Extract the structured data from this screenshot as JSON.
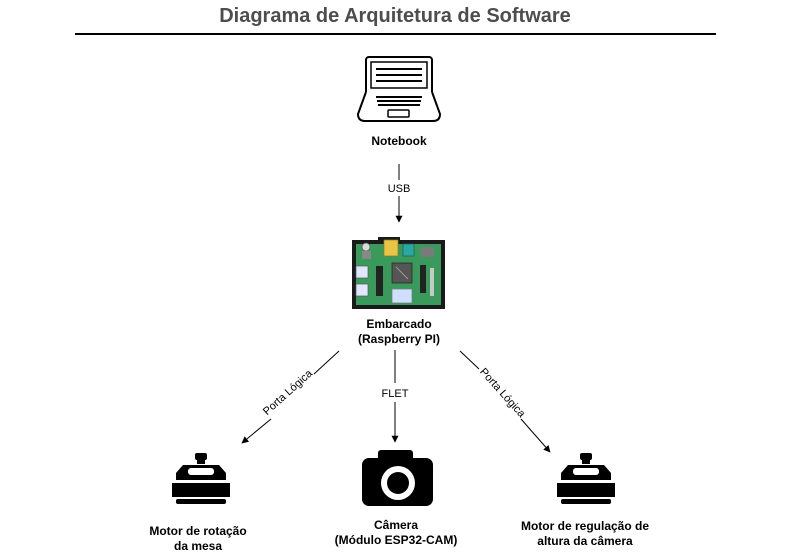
{
  "title": "Diagrama de Arquitetura de Software",
  "colors": {
    "title": "#4d4d4d",
    "line": "#000000",
    "board": "#2e8b57",
    "icon": "#000000"
  },
  "nodes": {
    "notebook": {
      "label": "Notebook",
      "icon": "laptop-icon"
    },
    "embedded": {
      "label_line1": "Embarcado",
      "label_line2": "(Raspberry PI)",
      "icon": "raspberry-pi-board-icon"
    },
    "motor_table": {
      "label_line1": "Motor de rotação",
      "label_line2": "da mesa",
      "icon": "stepper-motor-icon"
    },
    "camera": {
      "label_line1": "Câmera",
      "label_line2": "(Módulo ESP32-CAM)",
      "icon": "camera-icon"
    },
    "motor_camera": {
      "label_line1": "Motor de regulação de",
      "label_line2": "altura da câmera",
      "icon": "stepper-motor-icon"
    }
  },
  "edges": {
    "notebook_to_embedded": "USB",
    "embedded_to_motor_table": "Porta Lógica",
    "embedded_to_camera": "FLET",
    "embedded_to_motor_camera": "Porta Lógica"
  }
}
